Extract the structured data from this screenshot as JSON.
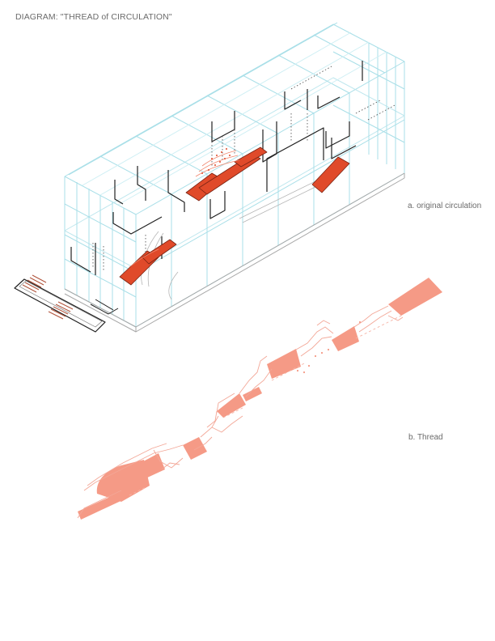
{
  "title": "DIAGRAM: \"THREAD of CIRCULATION\"",
  "labels": {
    "original": "a. original circulation",
    "thread": "b. Thread"
  },
  "colors": {
    "frame": "#a9dfe8",
    "frame_grey": "#c6c6c6",
    "structure": "#222222",
    "circulation": "#e04a2a",
    "thread_fill": "#f59a86",
    "thread_line": "#f3a797",
    "stair": "#b0523a"
  }
}
